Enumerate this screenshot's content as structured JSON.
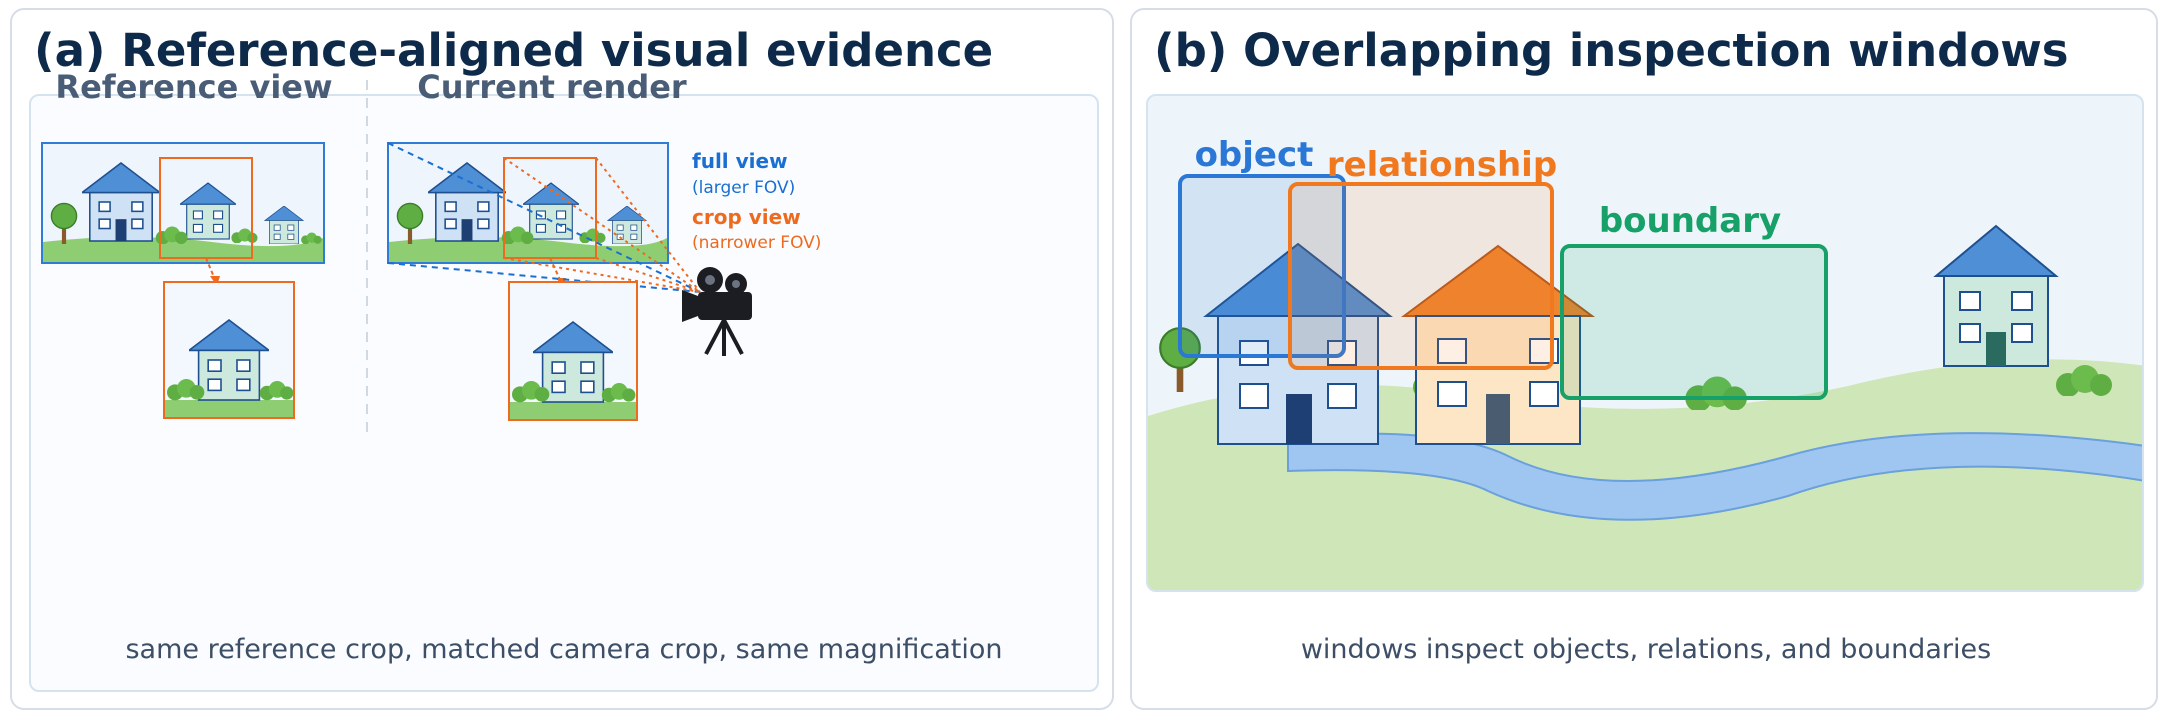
{
  "panel_a": {
    "title": "(a) Reference-aligned visual evidence",
    "reference_heading": "Reference view",
    "current_heading": "Current render",
    "full_view_label": "full view",
    "full_view_sub": "(larger FOV)",
    "crop_view_label": "crop view",
    "crop_view_sub": "(narrower FOV)",
    "caption": "same reference crop, matched camera crop, same magnification"
  },
  "panel_b": {
    "title": "(b) Overlapping inspection windows",
    "window_object_label": "object",
    "window_relationship_label": "relationship",
    "window_boundary_label": "boundary",
    "caption": "windows inspect objects, relations, and boundaries"
  },
  "colors": {
    "full_view": "#1a6fd1",
    "crop_view": "#ee6a1e",
    "object": "#2a77d6",
    "relationship": "#f0781f",
    "boundary": "#17a068"
  }
}
